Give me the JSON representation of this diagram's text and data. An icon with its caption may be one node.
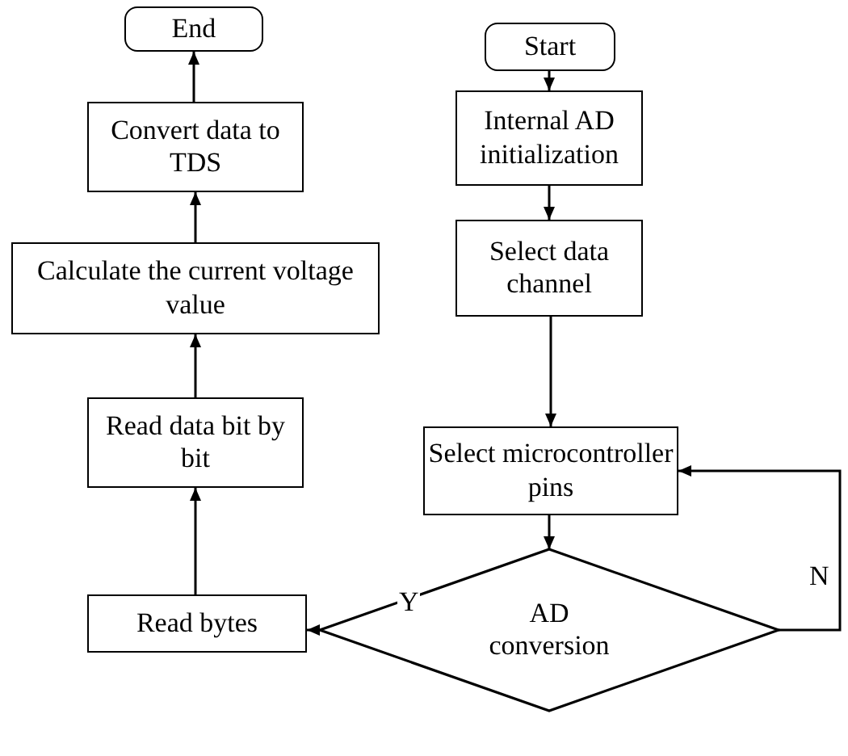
{
  "diagram": {
    "nodes": [
      {
        "text": [
          "End"
        ]
      },
      {
        "text": [
          "Convert data to TDS"
        ]
      },
      {
        "text": [
          "Calculate the current voltage value"
        ]
      },
      {
        "text": [
          "Read data bit by bit"
        ]
      },
      {
        "text": [
          "Read bytes"
        ]
      },
      {
        "text": [
          "Start"
        ]
      },
      {
        "text": [
          "Internal AD initialization"
        ]
      },
      {
        "text": [
          "Select data channel"
        ]
      },
      {
        "text": [
          "Select microcontroller pins"
        ]
      },
      {
        "text": [
          "AD conversion"
        ]
      }
    ],
    "edges": [
      {
        "from": 5,
        "to": 6,
        "arrow": "to"
      },
      {
        "from": 6,
        "to": 7,
        "arrow": "to"
      },
      {
        "from": 7,
        "to": 8,
        "arrow": "to"
      },
      {
        "from": 8,
        "to": 9,
        "arrow": "to"
      },
      {
        "from": 9,
        "to": 4,
        "arrow": "to",
        "label": "Y"
      },
      {
        "from": 9,
        "to": 8,
        "arrow": "to",
        "label": "N"
      },
      {
        "from": 4,
        "to": 3,
        "arrow": "to"
      },
      {
        "from": 3,
        "to": 2,
        "arrow": "to"
      },
      {
        "from": 2,
        "to": 1,
        "arrow": "to"
      },
      {
        "from": 1,
        "to": 0,
        "arrow": "to"
      }
    ]
  }
}
